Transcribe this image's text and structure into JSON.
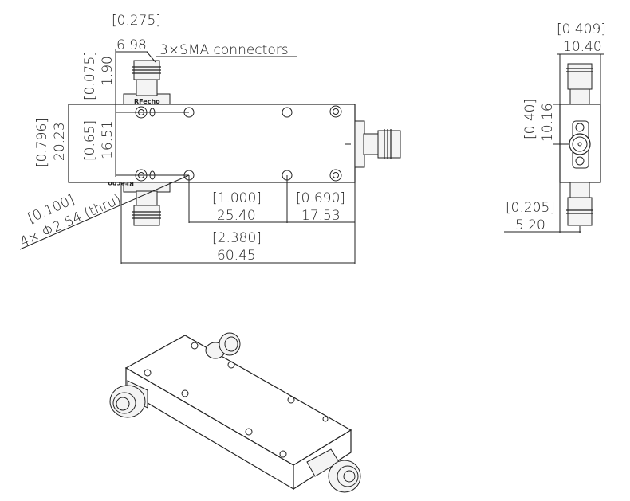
{
  "title": "3-port SMA coupler mechanical drawing",
  "brand_marking": "RFecho",
  "callouts": {
    "connectors": "3×SMA connectors",
    "holes_inch": "[0.100]",
    "holes_mm": "4× Φ2.54 (thru)"
  },
  "top_view": {
    "connector_width_inch": "[0.275]",
    "connector_width_mm": "6.98",
    "connector_offset_inch": "[0.075]",
    "connector_offset_mm": "1.90",
    "height_inch": "[0.796]",
    "height_mm": "20.23",
    "hole_spacing_v_inch": "[0.65]",
    "hole_spacing_v_mm": "16.51",
    "hole_spacing_h_inch": "[1.000]",
    "hole_spacing_h_mm": "25.40",
    "hole_to_edge_inch": "[0.690]",
    "hole_to_edge_mm": "17.53",
    "length_inch": "[2.380]",
    "length_mm": "60.45"
  },
  "side_view": {
    "width_inch": "[0.409]",
    "width_mm": "10.40",
    "connector_height_inch": "[0.40]",
    "connector_height_mm": "10.16",
    "connector_offset_inch": "[0.205]",
    "connector_offset_mm": "5.20"
  }
}
